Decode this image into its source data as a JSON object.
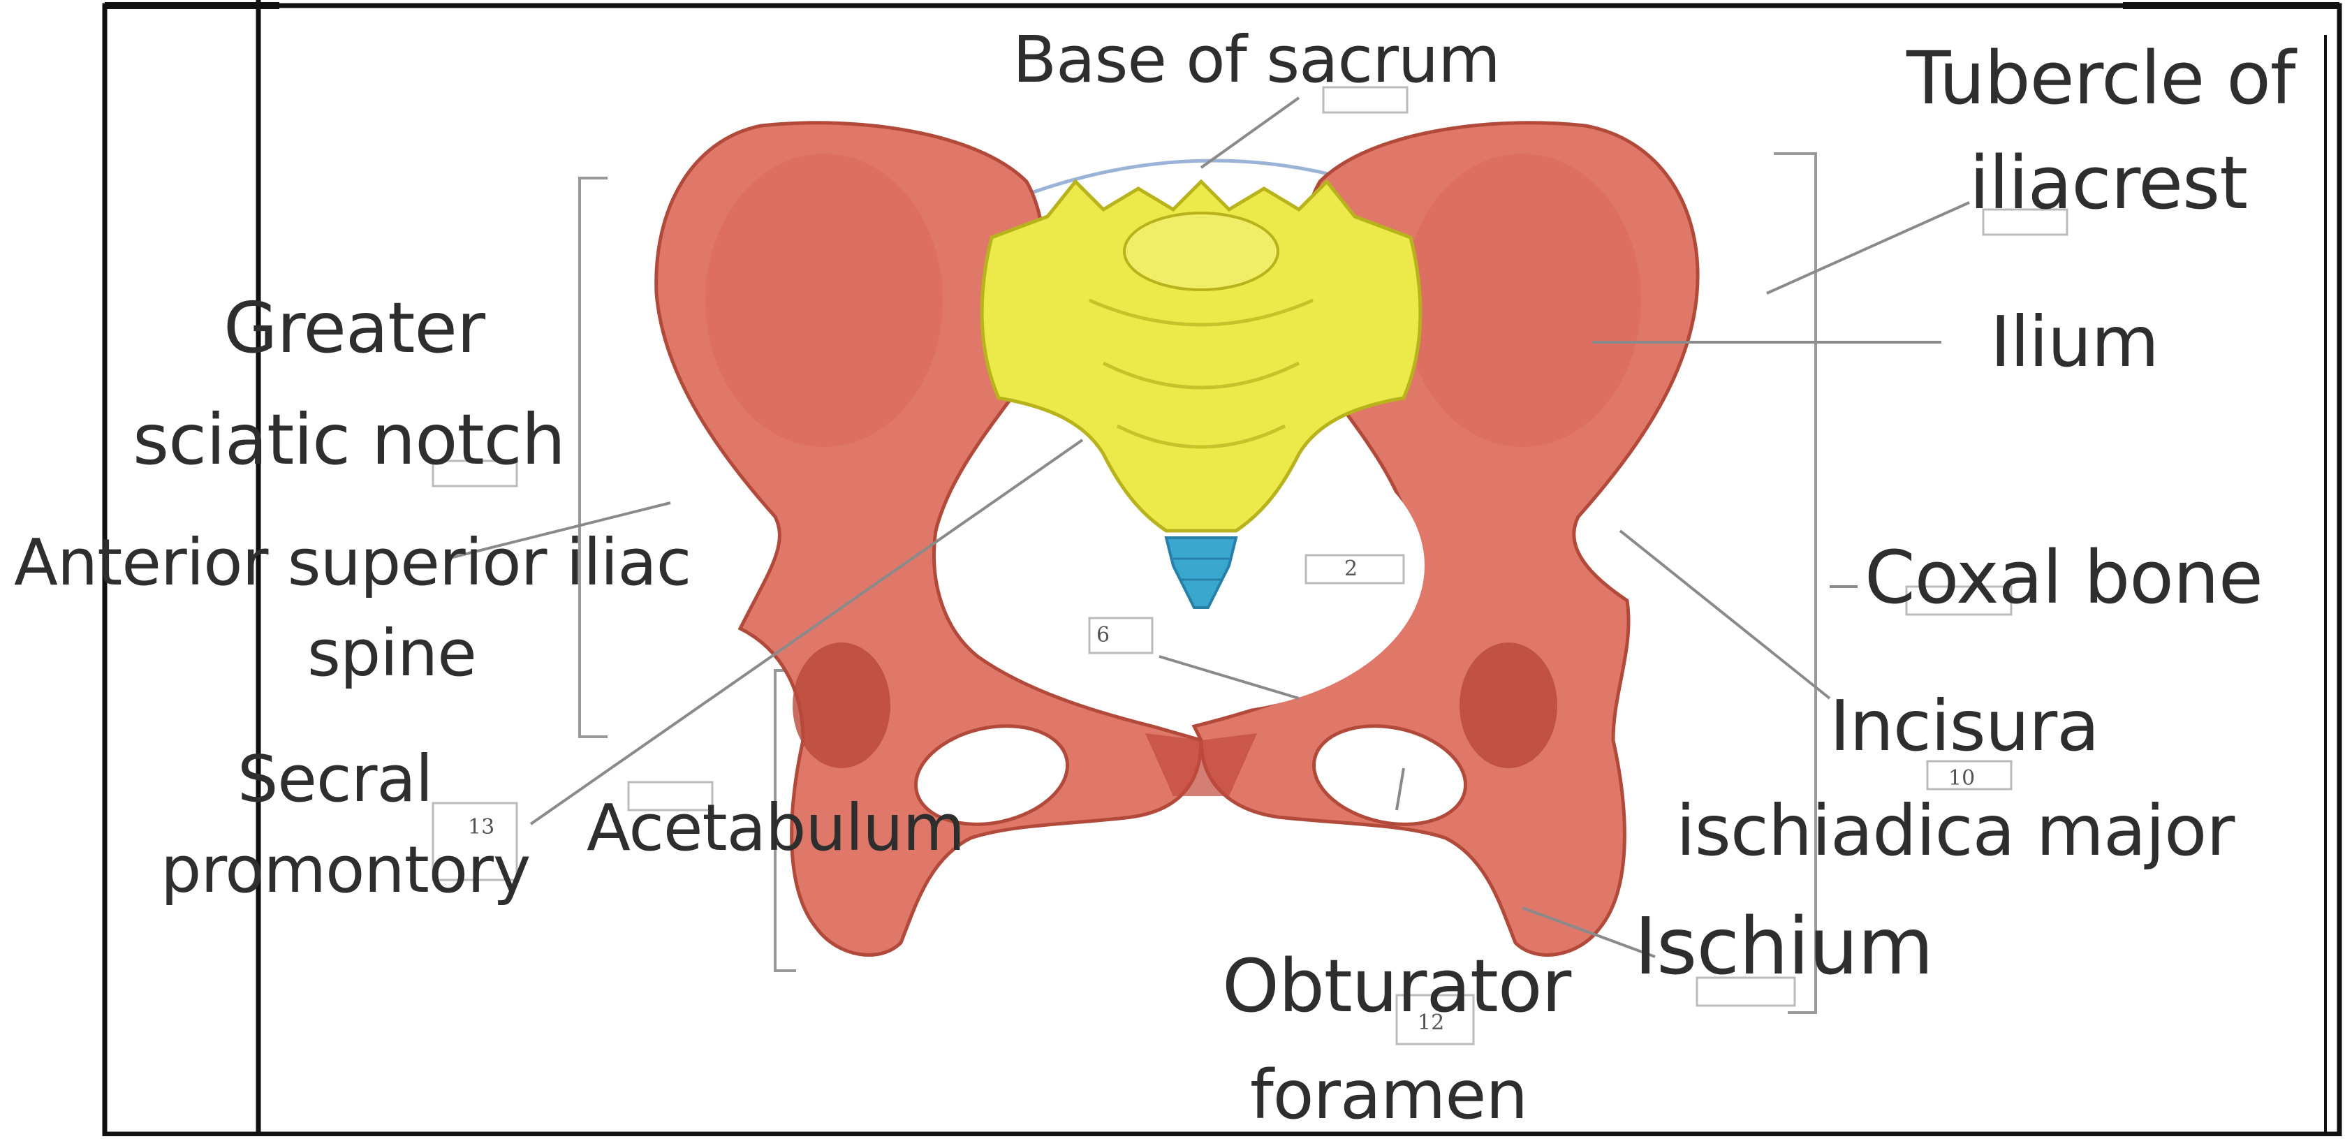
{
  "colors": {
    "bone": "#e0786a",
    "bone_dark": "#b24a3c",
    "sacrum": "#ecea4a",
    "sacrum_dark": "#b8b21c",
    "coccyx": "#3aa7cf",
    "frame": "#111111",
    "leader": "#8a8a8a"
  },
  "labels": {
    "base_of_sacrum": "Base of sacrum",
    "tubercle_line1": "Tubercle of",
    "tubercle_line2": "iliacrest",
    "ilium": "Ilium",
    "greater_line1": "Greater",
    "greater_line2": "sciatic notch",
    "asis_line1": "Anterior superior iliac",
    "asis_line2": "spine",
    "coxal_bone": "Coxal bone",
    "incisura_line1": "Incisura",
    "incisura_line2": "ischiadica major",
    "sacral_line1": "Secral",
    "sacral_line2": "promontory",
    "acetabulum": "Acetabulum",
    "ischium": "Ischium",
    "obturator_line1": "Obturator",
    "obturator_line2": "foramen"
  },
  "numbers": {
    "n2": "2",
    "n6": "6",
    "n10": "10",
    "n12": "12",
    "n13": "13"
  }
}
